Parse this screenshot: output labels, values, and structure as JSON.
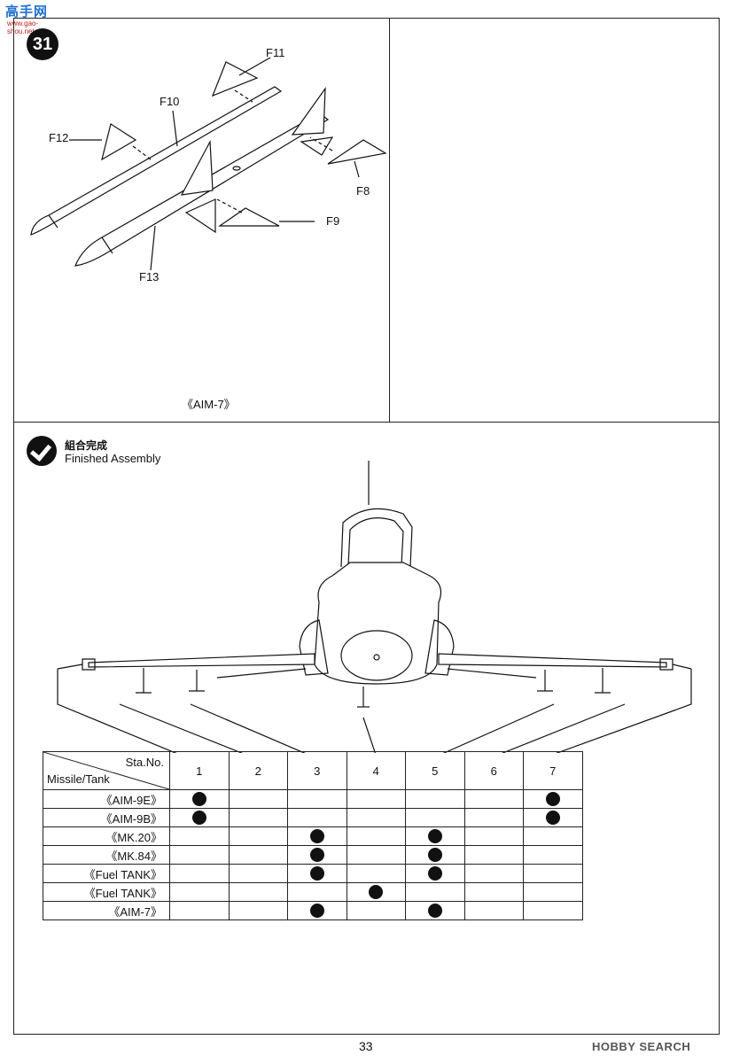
{
  "watermark": {
    "text": "高手网",
    "sub": "www.gao-shou.net"
  },
  "step": {
    "number": "31"
  },
  "parts": {
    "f11": "F11",
    "f10": "F10",
    "f12": "F12",
    "f8": "F8",
    "f9": "F9",
    "f13": "F13",
    "caption": "《AIM-7》"
  },
  "finished": {
    "title_zh": "組合完成",
    "title_en": "Finished Assembly"
  },
  "table": {
    "header_station": "Sta.No.",
    "header_missile": "Missile/Tank",
    "stations": [
      "1",
      "2",
      "3",
      "4",
      "5",
      "6",
      "7"
    ],
    "rows": [
      {
        "name": "《AIM-9E》",
        "marks": [
          true,
          false,
          false,
          false,
          false,
          false,
          true
        ]
      },
      {
        "name": "《AIM-9B》",
        "marks": [
          true,
          false,
          false,
          false,
          false,
          false,
          true
        ]
      },
      {
        "name": "《MK.20》",
        "marks": [
          false,
          false,
          true,
          false,
          true,
          false,
          false
        ]
      },
      {
        "name": "《MK.84》",
        "marks": [
          false,
          false,
          true,
          false,
          true,
          false,
          false
        ]
      },
      {
        "name": "《Fuel TANK》",
        "marks": [
          false,
          false,
          true,
          false,
          true,
          false,
          false
        ]
      },
      {
        "name": "《Fuel TANK》",
        "marks": [
          false,
          false,
          false,
          true,
          false,
          false,
          false
        ]
      },
      {
        "name": "《AIM-7》",
        "marks": [
          false,
          false,
          true,
          false,
          true,
          false,
          false
        ]
      }
    ]
  },
  "footer": {
    "page": "33",
    "brand": "HOBBY SEARCH"
  }
}
